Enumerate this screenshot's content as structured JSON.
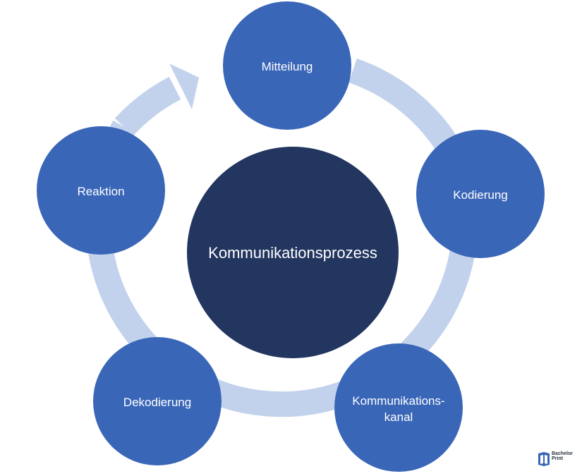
{
  "colors": {
    "background": "#ffffff",
    "ring": "#c2d2ec",
    "node_fill": "#3a66b8",
    "center_fill": "#223660",
    "label": "#ffffff"
  },
  "center": {
    "label": "Kommunikationsprozess"
  },
  "nodes": [
    {
      "id": "mitteilung",
      "lines": [
        "Mitteilung"
      ]
    },
    {
      "id": "kodierung",
      "lines": [
        "Kodierung"
      ]
    },
    {
      "id": "kommunikationskanal",
      "lines": [
        "Kommunikations-",
        "kanal"
      ]
    },
    {
      "id": "dekodierung",
      "lines": [
        "Dekodierung"
      ]
    },
    {
      "id": "reaktion",
      "lines": [
        "Reaktion"
      ]
    }
  ],
  "watermark": {
    "icon": "bachelorprint-logo-icon",
    "line1": "Bachelor",
    "line2": "Print"
  }
}
